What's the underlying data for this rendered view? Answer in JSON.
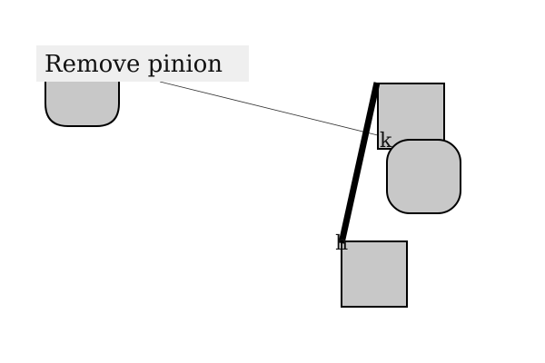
{
  "callout": {
    "text": "Remove pinion"
  },
  "labels": {
    "k": "k",
    "h": "h"
  },
  "colors": {
    "shape_fill": "#c8c8c8",
    "shape_stroke": "#000000",
    "callout_background": "#efefef",
    "background": "#ffffff"
  }
}
